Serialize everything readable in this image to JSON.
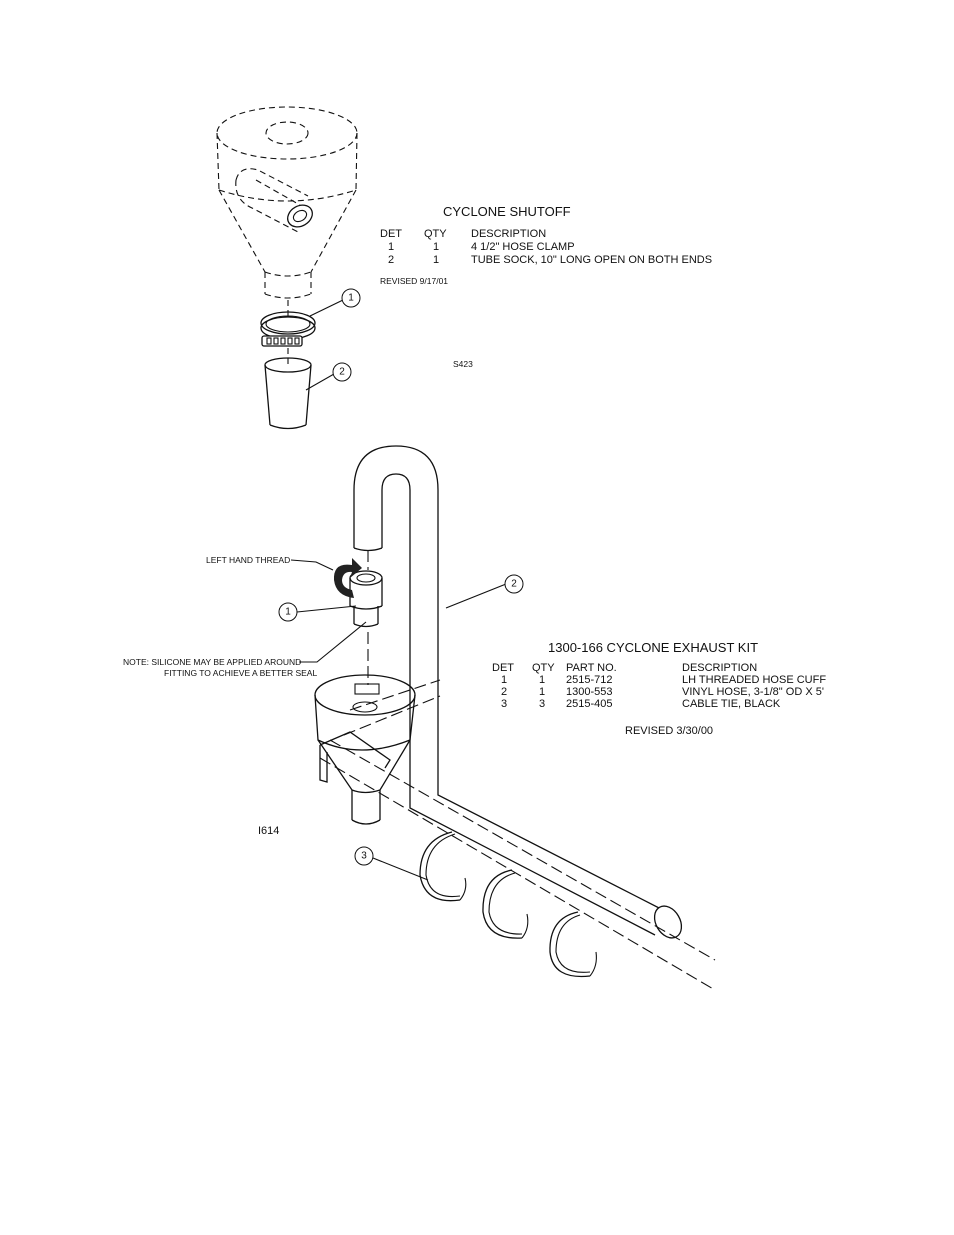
{
  "shutoff": {
    "title": "CYCLONE SHUTOFF",
    "headers": [
      "DET",
      "QTY",
      "DESCRIPTION"
    ],
    "rows": [
      [
        "1",
        "1",
        "4 1/2\" HOSE CLAMP"
      ],
      [
        "2",
        "1",
        "TUBE SOCK, 10\" LONG OPEN ON BOTH ENDS"
      ]
    ],
    "revised": "REVISED 9/17/01",
    "drawing_no": "S423",
    "balloons": [
      "1",
      "2"
    ]
  },
  "exhaust": {
    "title": "1300-166   CYCLONE EXHAUST KIT",
    "headers": [
      "DET",
      "QTY",
      "PART NO.",
      "DESCRIPTION"
    ],
    "rows": [
      [
        "1",
        "1",
        "2515-712",
        "LH THREADED HOSE CUFF"
      ],
      [
        "2",
        "1",
        "1300-553",
        "VINYL HOSE, 3-1/8\" OD X 5'"
      ],
      [
        "3",
        "3",
        "2515-405",
        "CABLE TIE, BLACK"
      ]
    ],
    "revised": "REVISED 3/30/00",
    "drawing_no": "I614",
    "callouts": {
      "thread": "LEFT HAND THREAD",
      "note_line1": "NOTE:  SILICONE MAY BE APPLIED AROUND",
      "note_line2": "FITTING TO ACHIEVE A BETTER SEAL"
    },
    "balloons": [
      "1",
      "2",
      "3"
    ]
  }
}
